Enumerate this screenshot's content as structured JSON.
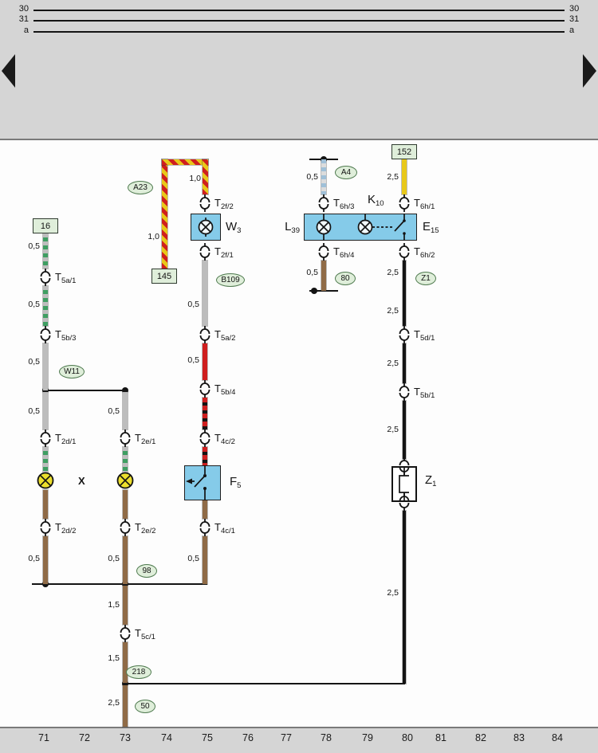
{
  "meta": {
    "type": "current-flow-wiring-diagram"
  },
  "bus": {
    "labels": [
      "30",
      "31",
      "a"
    ]
  },
  "columns": [
    "71",
    "72",
    "73",
    "74",
    "75",
    "76",
    "77",
    "78",
    "79",
    "80",
    "81",
    "82",
    "83",
    "84"
  ],
  "gauges": {
    "g05": "0,5",
    "g10": "1,0",
    "g15": "1,5",
    "g25": "2,5"
  },
  "boxes": {
    "b16": "16",
    "b145": "145",
    "b152": "152"
  },
  "ovals": {
    "w11": "W11",
    "a23": "A23",
    "b109": "B109",
    "n98": "98",
    "n218": "218",
    "n50": "50",
    "a4": "A4",
    "n80": "80",
    "z1": "Z1"
  },
  "terminals": {
    "t5a_1": {
      "main": "T",
      "sub": "5a/1"
    },
    "t5b_3": {
      "main": "T",
      "sub": "5b/3"
    },
    "t2d_1": {
      "main": "T",
      "sub": "2d/1"
    },
    "t2d_2": {
      "main": "T",
      "sub": "2d/2"
    },
    "t2e_1": {
      "main": "T",
      "sub": "2e/1"
    },
    "t2e_2": {
      "main": "T",
      "sub": "2e/2"
    },
    "t5c_1": {
      "main": "T",
      "sub": "5c/1"
    },
    "t2f_2": {
      "main": "T",
      "sub": "2f/2"
    },
    "t2f_1": {
      "main": "T",
      "sub": "2f/1"
    },
    "t5a_2": {
      "main": "T",
      "sub": "5a/2"
    },
    "t5b_4": {
      "main": "T",
      "sub": "5b/4"
    },
    "t4c_2": {
      "main": "T",
      "sub": "4c/2"
    },
    "t4c_1": {
      "main": "T",
      "sub": "4c/1"
    },
    "t6h_3": {
      "main": "T",
      "sub": "6h/3"
    },
    "t6h_1": {
      "main": "T",
      "sub": "6h/1"
    },
    "t6h_4": {
      "main": "T",
      "sub": "6h/4"
    },
    "t6h_2": {
      "main": "T",
      "sub": "6h/2"
    },
    "t5d_1": {
      "main": "T",
      "sub": "5d/1"
    },
    "t5b_1": {
      "main": "T",
      "sub": "5b/1"
    }
  },
  "components": {
    "w3": {
      "main": "W",
      "sub": "3"
    },
    "f5": {
      "main": "F",
      "sub": "5"
    },
    "z1": {
      "main": "Z",
      "sub": "1"
    },
    "l39": {
      "main": "L",
      "sub": "39"
    },
    "k10": {
      "main": "K",
      "sub": "10"
    },
    "e15": {
      "main": "E",
      "sub": "15"
    },
    "x": "X"
  },
  "colors": {
    "band-bg": "#d5d5d5",
    "box-blue": "#85cbe9",
    "label-green-bg": "#dfeeda",
    "label-green-border": "#4f7a4f",
    "lamp-yellow": "#ecdf2d",
    "wire-grey": "#bdbdbd",
    "wire-green": "#3f9e62",
    "wire-brown": "#8f6b47",
    "wire-red": "#cf1f1f",
    "wire-yellow": "#e8c81a",
    "wire-black": "#141414",
    "wire-bluegrey": "#9fc0d8"
  }
}
